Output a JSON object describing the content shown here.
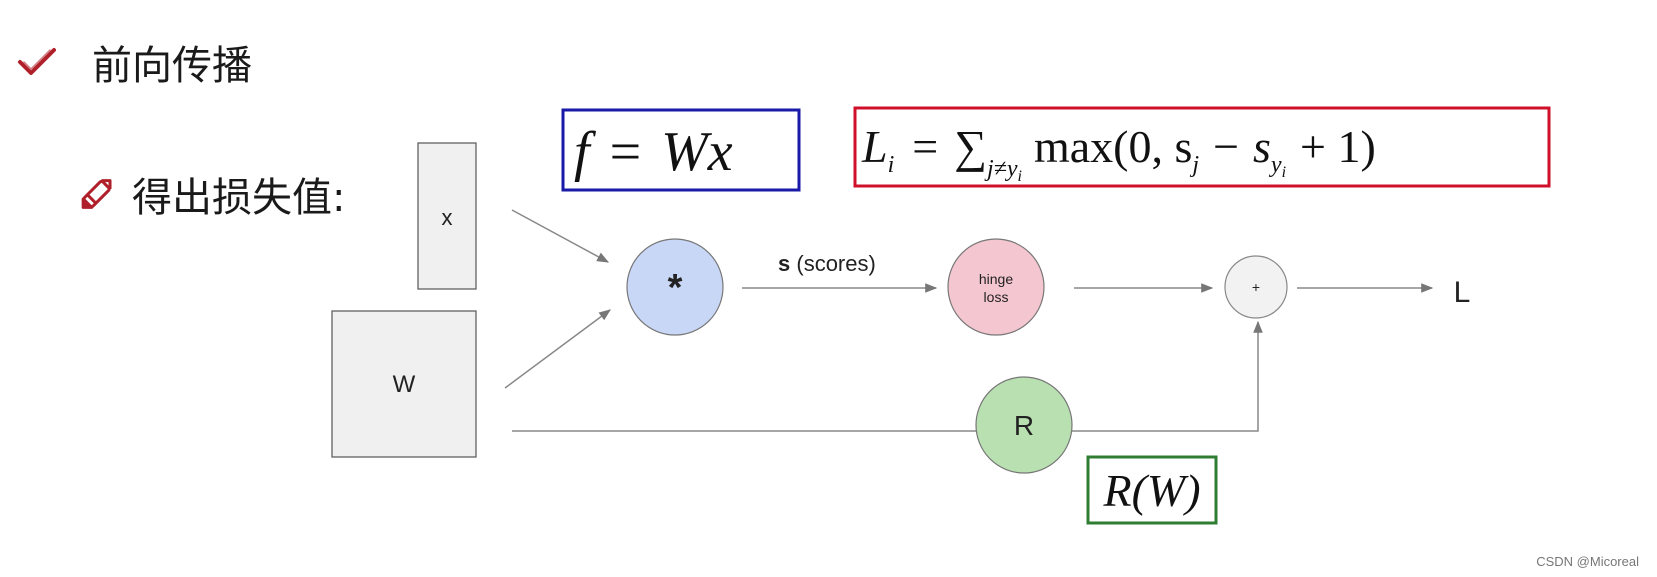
{
  "heading": {
    "text": "前向传播",
    "icon": "check-icon"
  },
  "subheading": {
    "text": "得出损失值:",
    "icon": "pencil-icon"
  },
  "nodes": {
    "x": "x",
    "W": "W",
    "multiply": "*",
    "hinge": [
      "hinge",
      "loss"
    ],
    "plus": "+",
    "R": "R",
    "L": "L"
  },
  "edge_label": {
    "bold": "s",
    "rest": " (scores)"
  },
  "formulas": {
    "f": {
      "lhs": "f",
      "eq": "=",
      "rhs": "Wx",
      "border": "#1a1aa8"
    },
    "loss": {
      "L": "L",
      "i": "i",
      "eq": "=",
      "sum": "∑",
      "sub": "j≠y",
      "subsub": "i",
      "body": "max(0, s",
      "j": "j",
      "minus": "−",
      "s2": "s",
      "y": "y",
      "yi": "i",
      "tail": "+ 1)",
      "border": "#d0102a"
    },
    "R": {
      "text": "R(W)",
      "border": "#2e7d32"
    }
  },
  "colors": {
    "multiply_fill": "#c9d7f7",
    "hinge_fill": "#f4c6d0",
    "plus_fill": "#f2f2f2",
    "R_fill": "#b9e0b0",
    "box_fill": "#f0f0f0",
    "check": "#b0202a"
  },
  "watermark": "CSDN @Micoreal"
}
